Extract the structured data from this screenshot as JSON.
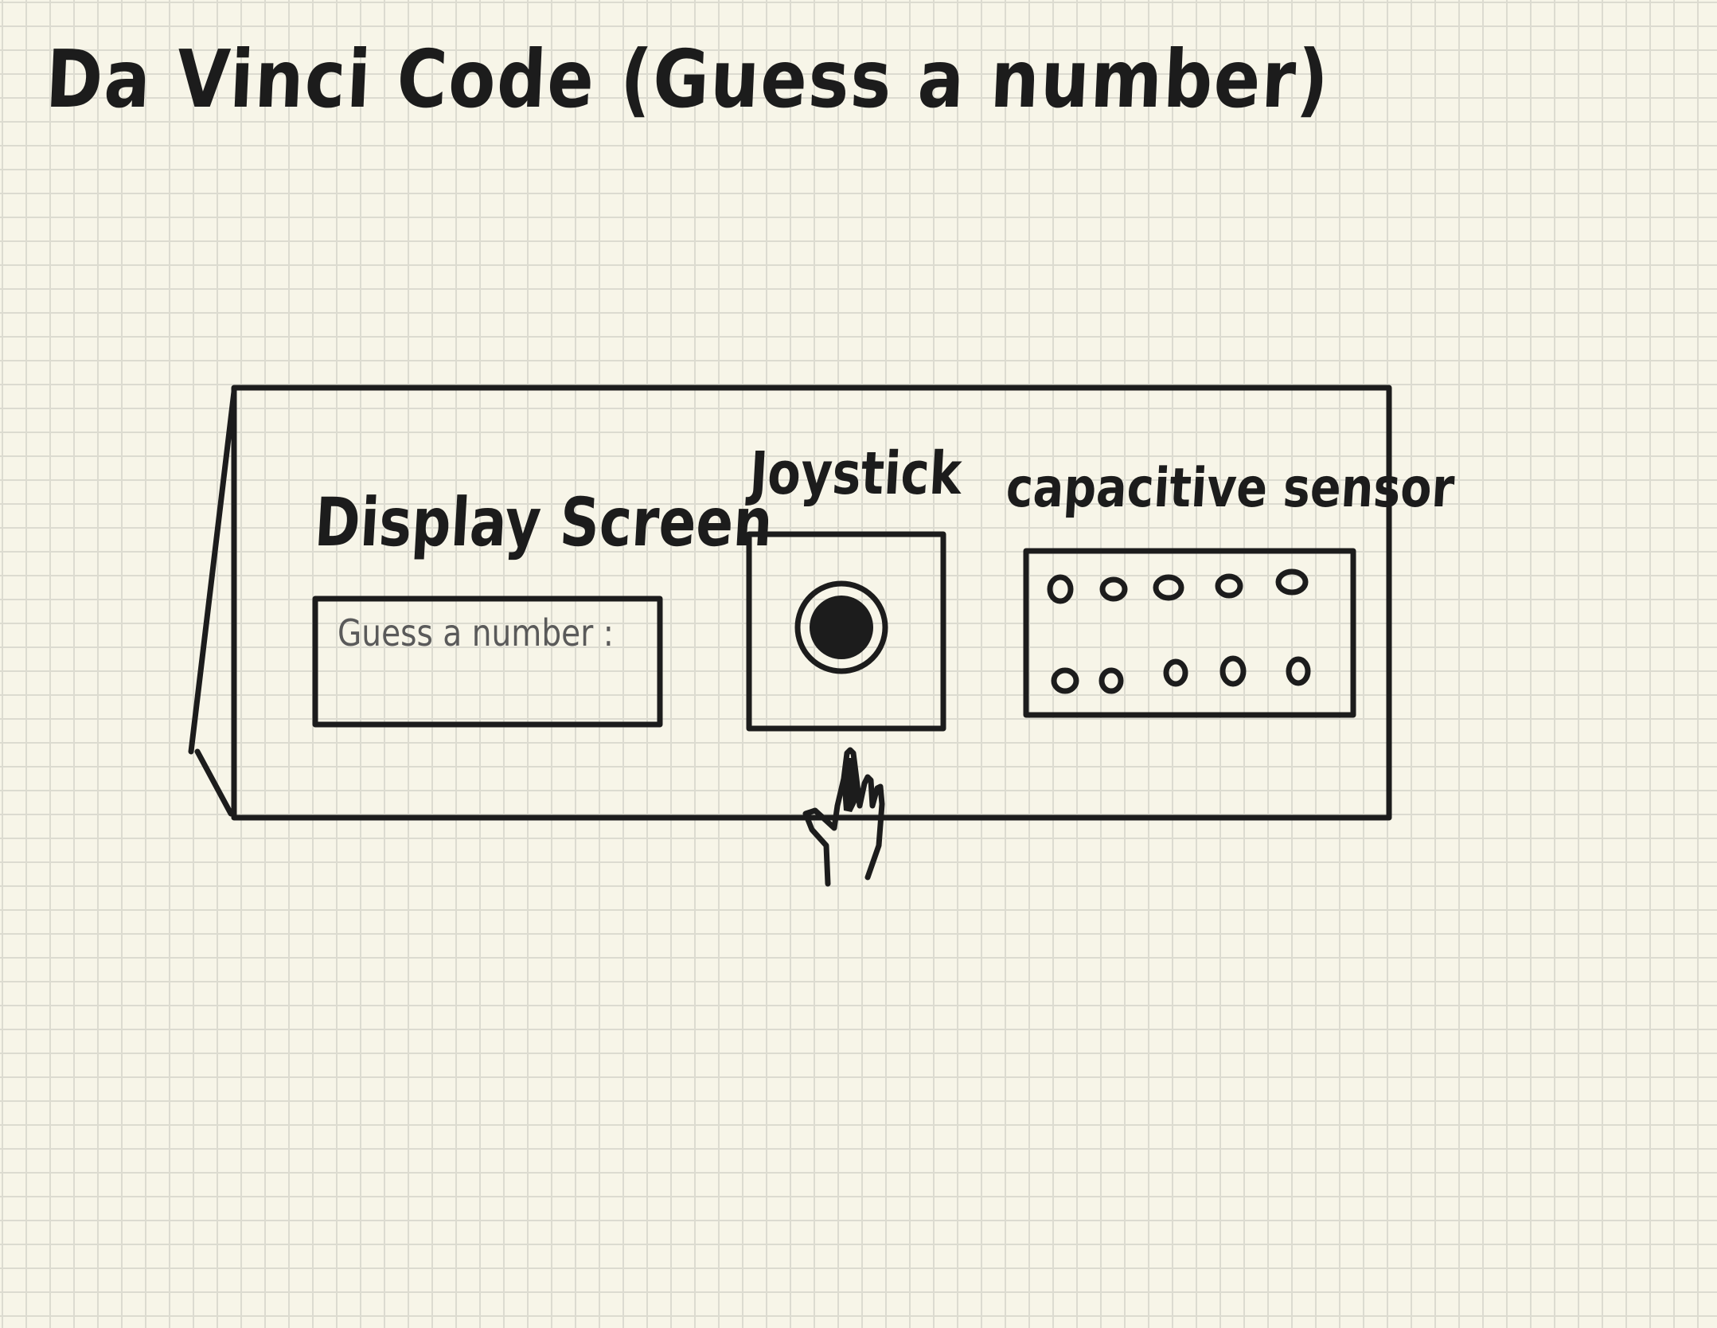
{
  "title": "Da Vinci Code (Guess a number)",
  "labels": {
    "display_screen": "Display Screen",
    "joystick": "Joystick",
    "capacitive_sensor": "capacitive sensor"
  },
  "display": {
    "text": "Guess a number :"
  },
  "capacitive_sensor": {
    "pad_count": 10,
    "rows": 2,
    "pads_per_row": 5
  },
  "colors": {
    "paper": "#f7f5e8",
    "grid": "#dcdbd0",
    "ink": "#1c1c1c",
    "display_text": "#5a5a5a"
  },
  "icons": [
    "joystick-knob-icon",
    "hand-icon",
    "sensor-pad-icon"
  ]
}
